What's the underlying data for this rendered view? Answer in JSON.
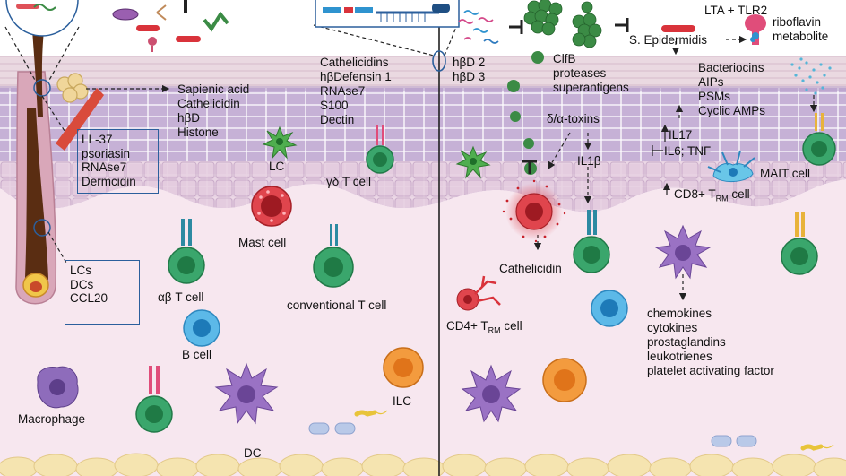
{
  "left": {
    "gland_products": [
      "Sapienic acid",
      "Cathelicidin",
      "hβD",
      "Histone"
    ],
    "amp_box": [
      "LL-37",
      "psoriasin",
      "RNAse7",
      "Dermcidin"
    ],
    "follicle_box": [
      "LCs",
      "DCs",
      "CCL20"
    ],
    "keratinocyte_amps": [
      "Cathelicidins",
      "hβDefensin 1",
      "RNAse7",
      "S100",
      "Dectin"
    ],
    "cells": {
      "lc": "LC",
      "gd_t": "γδ T cell",
      "mast": "Mast cell",
      "ab_t": "αβ T cell",
      "conventional_t": "conventional T cell",
      "b": "B cell",
      "macrophage": "Macrophage",
      "dc": "DC",
      "ilc": "ILC"
    }
  },
  "right": {
    "hbd": [
      "hβD 2",
      "hβD 3"
    ],
    "staph_factors": [
      "ClfB",
      "proteases",
      "superantigens"
    ],
    "toxins": "δ/α-toxins",
    "s_epidermidis": "S. Epidermidis",
    "tlr": "LTA + TLR2",
    "riboflavin": [
      "riboflavin",
      "metabolite"
    ],
    "bacteriocins": [
      "Bacteriocins",
      "AIPs",
      "PSMs",
      "Cyclic AMPs"
    ],
    "il17": "IL17",
    "il6": "IL6; TNF",
    "il1b": "IL1β",
    "cd8": {
      "main": "CD8+ T",
      "sub": "RM",
      "suffix": " cell"
    },
    "cd4": {
      "main": "CD4+ T",
      "sub": "RM",
      "suffix": " cell"
    },
    "mait": "MAIT cell",
    "cathelicidin": "Cathelicidin",
    "mediators": [
      "chemokines",
      "cytokines",
      "prostaglandins",
      "leukotrienes",
      "platelet activating factor"
    ]
  },
  "colors": {
    "dermis": "#f7e7ef",
    "epidermis": "#c6b1d6",
    "stratum_corneum": "#ead9e1",
    "fat": "#f5e4b0",
    "box_border": "#2b5f9c",
    "t_cell": "#2e9b60",
    "b_cell": "#2f93cf",
    "mast_cell": "#d9333b",
    "dc": "#8e63b6",
    "ilc": "#ef8b2b",
    "bacteria_green": "#3b8b45"
  }
}
